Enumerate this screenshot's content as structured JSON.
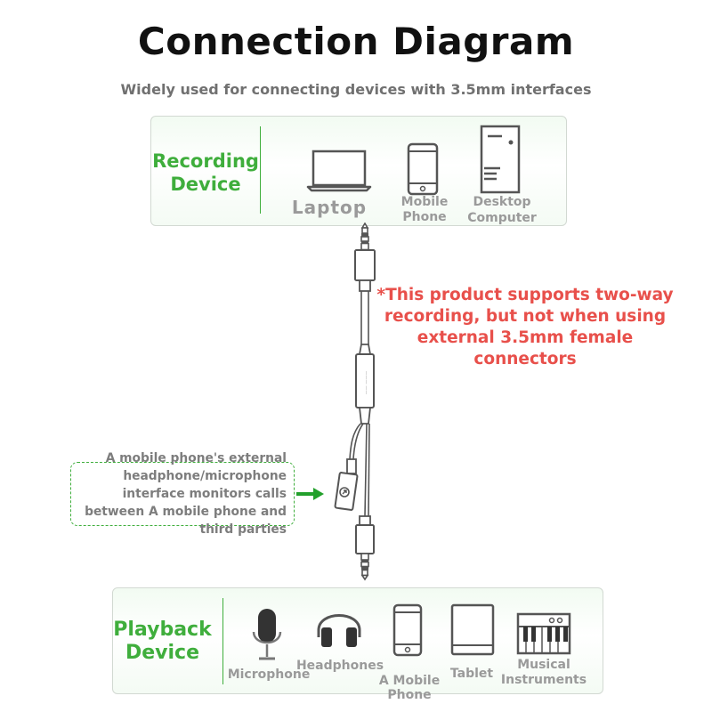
{
  "title": "Connection Diagram",
  "subtitle": "Widely used for connecting devices with 3.5mm interfaces",
  "recording": {
    "label_line1": "Recording",
    "label_line2": "Device",
    "devices": [
      "Laptop",
      "Mobile",
      "Phone",
      "Desktop",
      "Computer"
    ]
  },
  "note": {
    "line1": "*This product supports two-way",
    "line2": "recording, but not when using",
    "line3": "external 3.5mm female",
    "line4": "connectors"
  },
  "monitor": {
    "line1": "A mobile phone's external",
    "line2": "headphone/microphone",
    "line3": "interface monitors calls",
    "line4": "between A mobile phone and",
    "line5": "third parties"
  },
  "playback": {
    "label_line1": "Playback",
    "label_line2": "Device",
    "devices": [
      "Microphone",
      "Headphones",
      "A Mobile",
      "Phone",
      "Tablet",
      "Musical",
      "Instruments"
    ]
  },
  "colors": {
    "accent_green": "#3fae3c",
    "note_red": "#e8504b",
    "label_gray": "#9a9a9a",
    "cable": "#555555"
  }
}
